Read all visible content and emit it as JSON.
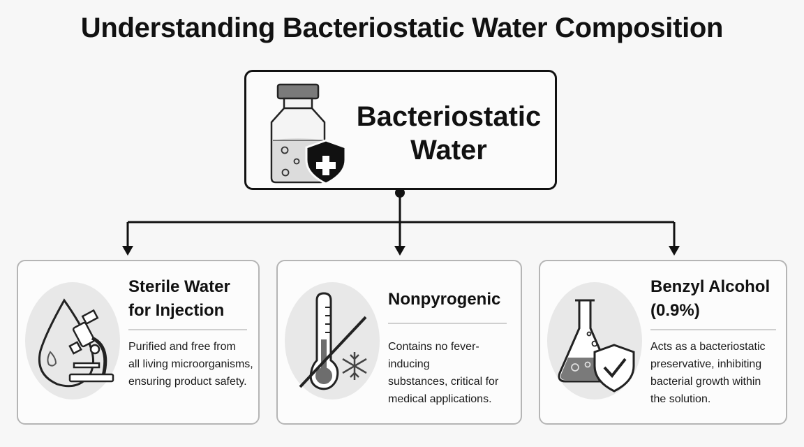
{
  "title": "Understanding Bacteriostatic Water Composition",
  "root": {
    "label_line1": "Bacteriostatic",
    "label_line2": "Water",
    "icon": "vial-with-shield-icon"
  },
  "components": [
    {
      "title_line1": "Sterile Water",
      "title_line2": "for Injection",
      "desc_line1": "Purified and free from",
      "desc_line2": "all living microorganisms,",
      "desc_line3": "ensuring product safety.",
      "icon": "water-drop-microscope-icon"
    },
    {
      "title_line1": "Nonpyrogenic",
      "desc_line1": "Contains no fever-inducing",
      "desc_line2": "substances, critical for",
      "desc_line3": "medical applications.",
      "icon": "thermometer-no-fever-icon"
    },
    {
      "title_line1": "Benzyl Alcohol",
      "title_line2": "(0.9%)",
      "desc_line1": "Acts as a bacteriostatic",
      "desc_line2": "preservative, inhibiting",
      "desc_line3": "bacterial growth within",
      "desc_line4": "the solution.",
      "icon": "flask-shield-check-icon"
    }
  ]
}
